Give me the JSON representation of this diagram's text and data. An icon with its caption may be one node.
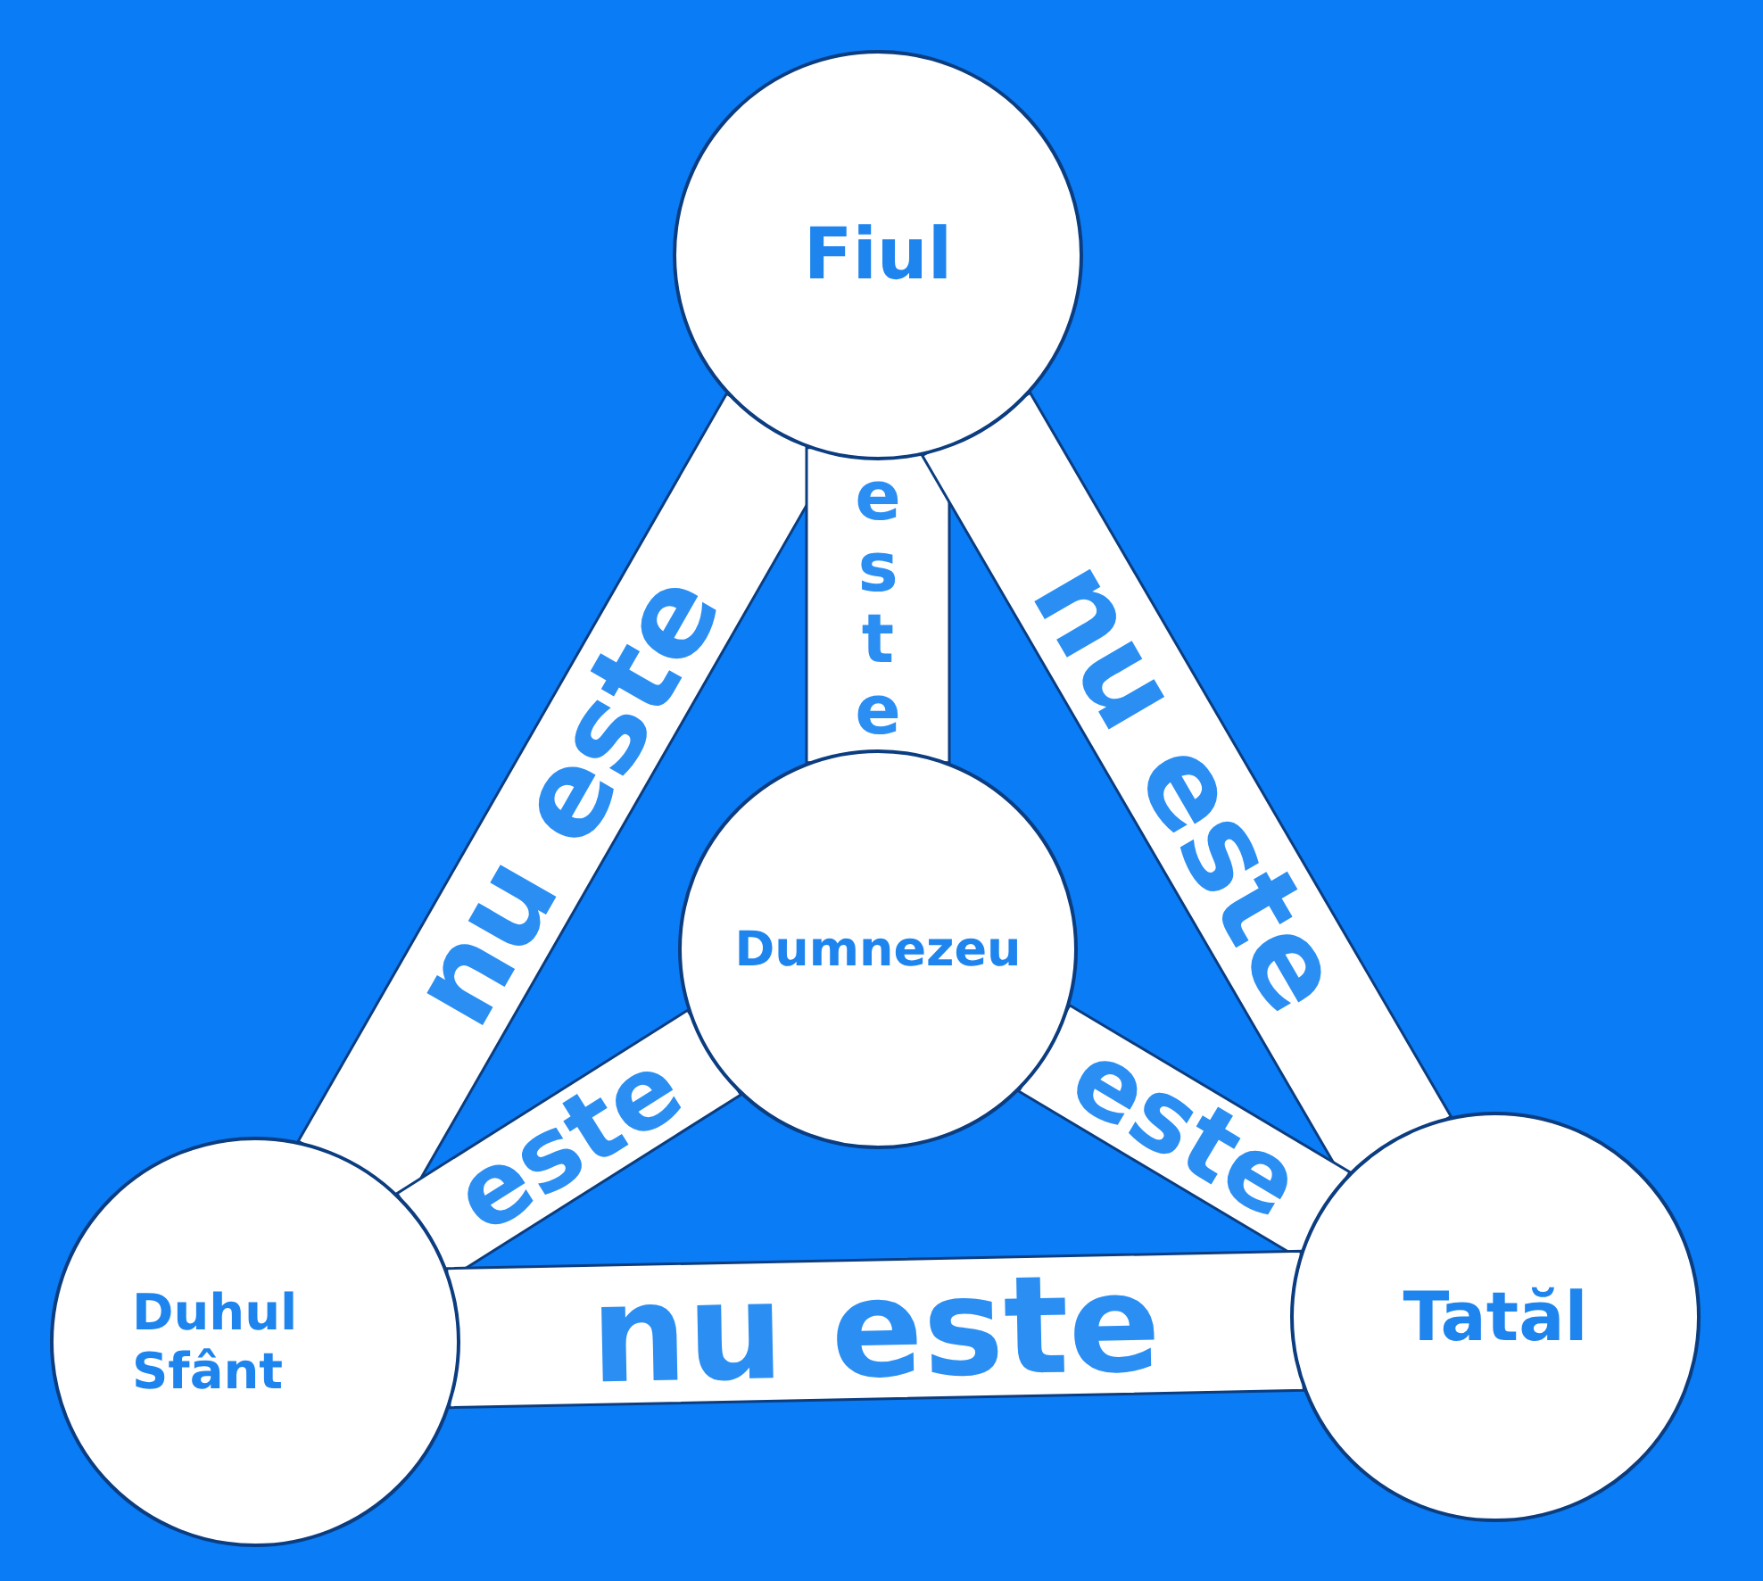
{
  "diagram": {
    "nodes": [
      {
        "text": [
          "Fiul"
        ]
      },
      {
        "text": [
          "Dumnezeu"
        ]
      },
      {
        "text": [
          "Duhul Sfânt"
        ]
      },
      {
        "text": [
          "Tatăl"
        ]
      }
    ],
    "edges": [
      {
        "from": 0,
        "to": 2,
        "arrow": "none",
        "label": "nu este"
      },
      {
        "from": 0,
        "to": 1,
        "arrow": "none",
        "label": "este"
      },
      {
        "from": 0,
        "to": 3,
        "arrow": "none",
        "label": "nu este"
      },
      {
        "from": 1,
        "to": 2,
        "arrow": "none",
        "label": "este"
      },
      {
        "from": 1,
        "to": 3,
        "arrow": "none",
        "label": "este"
      },
      {
        "from": 2,
        "to": 3,
        "arrow": "none",
        "label": "nu este"
      }
    ]
  }
}
